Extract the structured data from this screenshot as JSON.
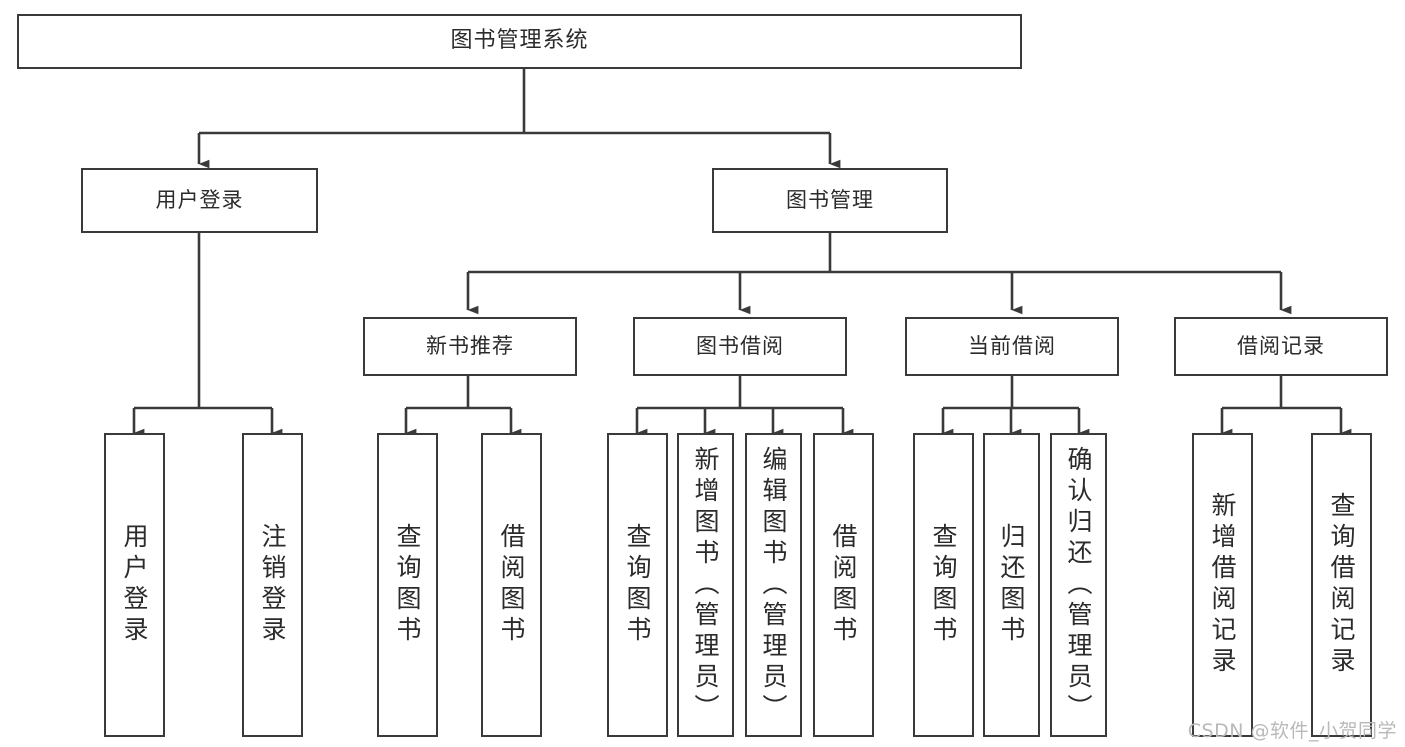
{
  "diagram": {
    "title": "图书管理系统",
    "watermark": "CSDN @软件_小贺同学",
    "line_color": "#3a3a3a",
    "box_fill": "#ffffff",
    "text_color": "#2b2b2b",
    "watermark_color": "#b9b9b9"
  },
  "root": {
    "label": "图书管理系统"
  },
  "level2": [
    {
      "label": "用户登录"
    },
    {
      "label": "图书管理"
    }
  ],
  "level3": [
    {
      "label": "新书推荐"
    },
    {
      "label": "图书借阅"
    },
    {
      "label": "当前借阅"
    },
    {
      "label": "借阅记录"
    }
  ],
  "leaves": {
    "user_login": [
      {
        "label": "用户登录"
      },
      {
        "label": "注销登录"
      }
    ],
    "new_book": [
      {
        "label": "查询图书"
      },
      {
        "label": "借阅图书"
      }
    ],
    "book_borrow": [
      {
        "label": "查询图书"
      },
      {
        "label": "新增图书（管理员）"
      },
      {
        "label": "编辑图书（管理员）"
      },
      {
        "label": "借阅图书"
      }
    ],
    "current_borrow": [
      {
        "label": "查询图书"
      },
      {
        "label": "归还图书"
      },
      {
        "label": "确认归还（管理员）"
      }
    ],
    "borrow_record": [
      {
        "label": "新增借阅记录"
      },
      {
        "label": "查询借阅记录"
      }
    ]
  }
}
